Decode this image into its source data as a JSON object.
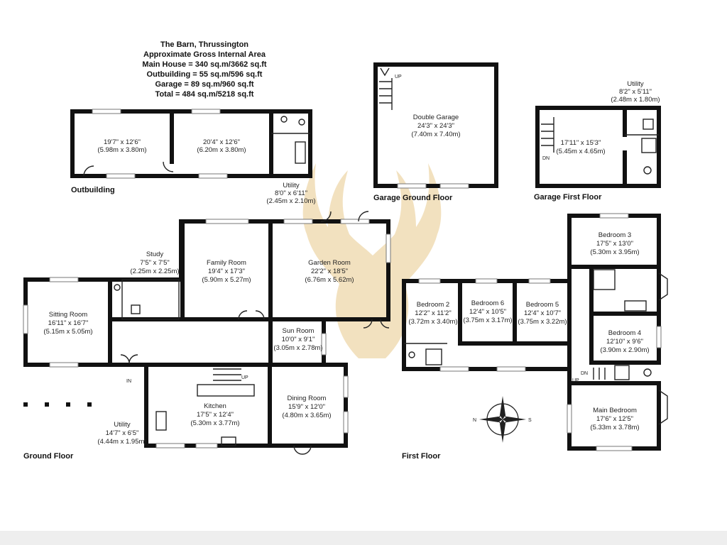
{
  "header": {
    "line1": "The Barn, Thrussington",
    "line2": "Approximate Gross Internal Area",
    "line3": "Main House = 340 sq.m/3662 sq.ft",
    "line4": "Outbuilding = 55 sq.m/596 sq.ft",
    "line5": "Garage = 89 sq.m/960 sq.ft",
    "line6": "Total = 484 sq.m/5218 sq.ft"
  },
  "sections": {
    "outbuilding": "Outbuilding",
    "garage_ground": "Garage Ground Floor",
    "garage_first": "Garage First Floor",
    "ground_floor": "Ground Floor",
    "first_floor": "First Floor"
  },
  "outbuilding": {
    "room1": {
      "dim": "19'7\" x 12'6\"",
      "metric": "(5.98m x 3.80m)"
    },
    "room2": {
      "dim": "20'4\" x 12'6\"",
      "metric": "(6.20m x 3.80m)"
    },
    "utility": {
      "name": "Utility",
      "dim": "8'0\" x 6'11\"",
      "metric": "(2.45m x 2.10m)"
    }
  },
  "garage": {
    "double": {
      "name": "Double Garage",
      "dim": "24'3\" x 24'3\"",
      "metric": "(7.40m x 7.40m)"
    },
    "first": {
      "dim": "17'11\" x 15'3\"",
      "metric": "(5.45m x 4.65m)"
    },
    "utility": {
      "name": "Utility",
      "dim": "8'2\" x 5'11\"",
      "metric": "(2.48m x 1.80m)"
    }
  },
  "ground": {
    "sitting": {
      "name": "Sitting Room",
      "dim": "16'11\" x 16'7\"",
      "metric": "(5.15m x 5.05m)"
    },
    "study": {
      "name": "Study",
      "dim": "7'5\" x 7'5\"",
      "metric": "(2.25m x 2.25m)"
    },
    "family": {
      "name": "Family Room",
      "dim": "19'4\" x 17'3\"",
      "metric": "(5.90m x 5.27m)"
    },
    "garden": {
      "name": "Garden Room",
      "dim": "22'2\" x 18'5\"",
      "metric": "(6.76m x 5.62m)"
    },
    "sun": {
      "name": "Sun Room",
      "dim": "10'0\" x 9'1\"",
      "metric": "(3.05m x 2.78m)"
    },
    "kitchen": {
      "name": "Kitchen",
      "dim": "17'5\" x 12'4\"",
      "metric": "(5.30m x 3.77m)"
    },
    "dining": {
      "name": "Dining Room",
      "dim": "15'9\" x 12'0\"",
      "metric": "(4.80m x 3.65m)"
    },
    "utility": {
      "name": "Utility",
      "dim": "14'7\" x 6'5\"",
      "metric": "(4.44m x 1.95m)"
    }
  },
  "first": {
    "bed2": {
      "name": "Bedroom 2",
      "dim": "12'2\" x 11'2\"",
      "metric": "(3.72m x 3.40m)"
    },
    "bed6": {
      "name": "Bedroom 6",
      "dim": "12'4\" x 10'5\"",
      "metric": "(3.75m x 3.17m)"
    },
    "bed5": {
      "name": "Bedroom 5",
      "dim": "12'4\" x 10'7\"",
      "metric": "(3.75m x 3.22m)"
    },
    "bed3": {
      "name": "Bedroom 3",
      "dim": "17'5\" x 13'0\"",
      "metric": "(5.30m x 3.95m)"
    },
    "bed4": {
      "name": "Bedroom 4",
      "dim": "12'10\" x 9'6\"",
      "metric": "(3.90m x 2.90m)"
    },
    "main": {
      "name": "Main Bedroom",
      "dim": "17'6\" x 12'5\"",
      "metric": "(5.33m x 3.78m)"
    }
  },
  "marks": {
    "up": "UP",
    "dn": "DN",
    "in": "IN",
    "north": "N",
    "south": "S"
  },
  "colors": {
    "wall": "#111111",
    "watermark": "#e7c98a",
    "background": "#ffffff"
  },
  "icons": {
    "watermark": "stag-head-logo",
    "compass": "compass-rose-icon"
  }
}
